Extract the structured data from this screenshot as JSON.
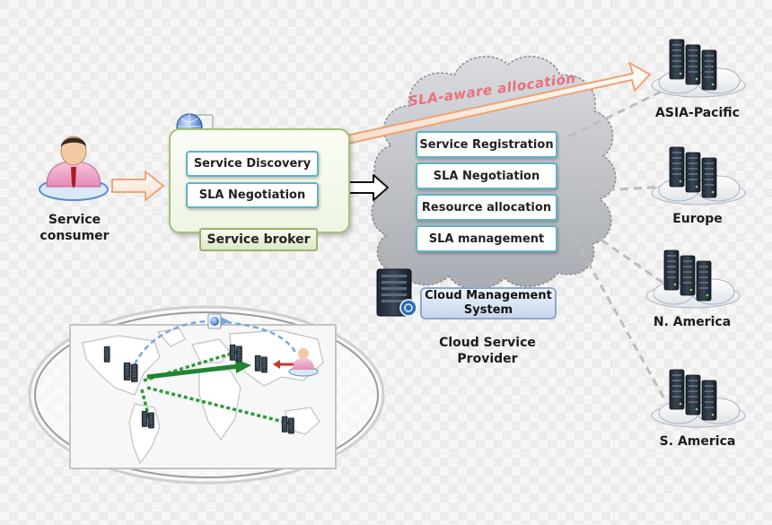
{
  "consumer": {
    "label_line1": "Service",
    "label_line2": "consumer"
  },
  "broker": {
    "service_discovery": "Service Discovery",
    "sla_negotiation": "SLA Negotiation",
    "label": "Service broker"
  },
  "provider": {
    "modules": [
      "Service Registration",
      "SLA Negotiation",
      "Resource allocation",
      "SLA management"
    ],
    "cms_line1": "Cloud Management",
    "cms_line2": "System",
    "label_line1": "Cloud Service",
    "label_line2": "Provider"
  },
  "sla_aware_allocation": "SLA-aware allocation",
  "regions": [
    "ASIA-Pacific",
    "Europe",
    "N. America",
    "S. America"
  ],
  "colors": {
    "box_border": "#5fb3c4",
    "broker_border": "#a3c07a",
    "sla_arrow": "#f0b088",
    "sla_text": "#e9707a",
    "dashed_link": "#bdbdbd",
    "map_link": "#2e9a3a"
  }
}
